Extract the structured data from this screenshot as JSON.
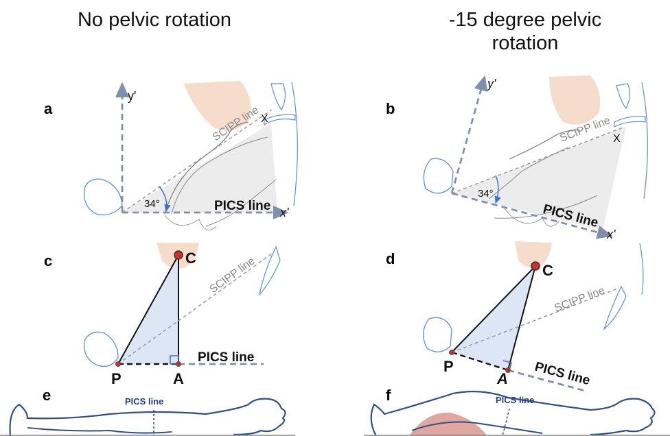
{
  "titles": {
    "left": "No pelvic rotation",
    "right_line1": "-15 degree pelvic",
    "right_line2": "rotation"
  },
  "panels": {
    "a": "a",
    "b": "b",
    "c": "c",
    "d": "d",
    "e": "e",
    "f": "f"
  },
  "labels": {
    "y_axis": "y'",
    "x_axis": "x'",
    "scipp_line": "SCIPP line",
    "pics_line": "PICS line",
    "angle": "34°",
    "point_x": "X",
    "point_c": "C",
    "point_p": "P",
    "point_a": "A"
  },
  "colors": {
    "axis": "#7f8fae",
    "outline": "#5b8dd6",
    "body_outline": "#2f4f86",
    "hand": "#f6dccb",
    "triangle_fill": "#dde6f5",
    "point": "#d62b2b",
    "pics_label_small": "#23408a",
    "soft_tissue": "#e0a7a0"
  }
}
